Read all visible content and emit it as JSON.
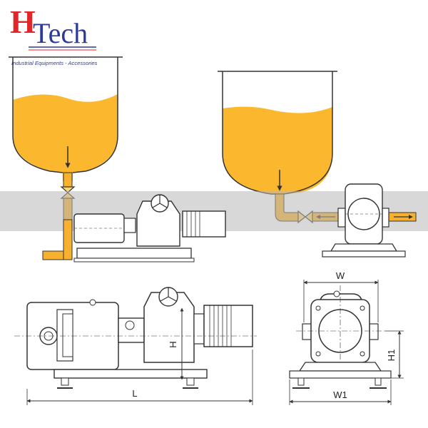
{
  "logo": {
    "mark": "H",
    "word": "Tech",
    "tagline": "Industrial Equipments - Accessories"
  },
  "dimensions": {
    "length": "L",
    "height": "H",
    "width": "W",
    "height_front": "H1",
    "width_base": "W1"
  },
  "colors": {
    "fluid": "#FBB72E",
    "pipe": "#F7B12E",
    "logo_red": "#E1262B",
    "logo_blue": "#2E3A97",
    "line": "#333333"
  }
}
